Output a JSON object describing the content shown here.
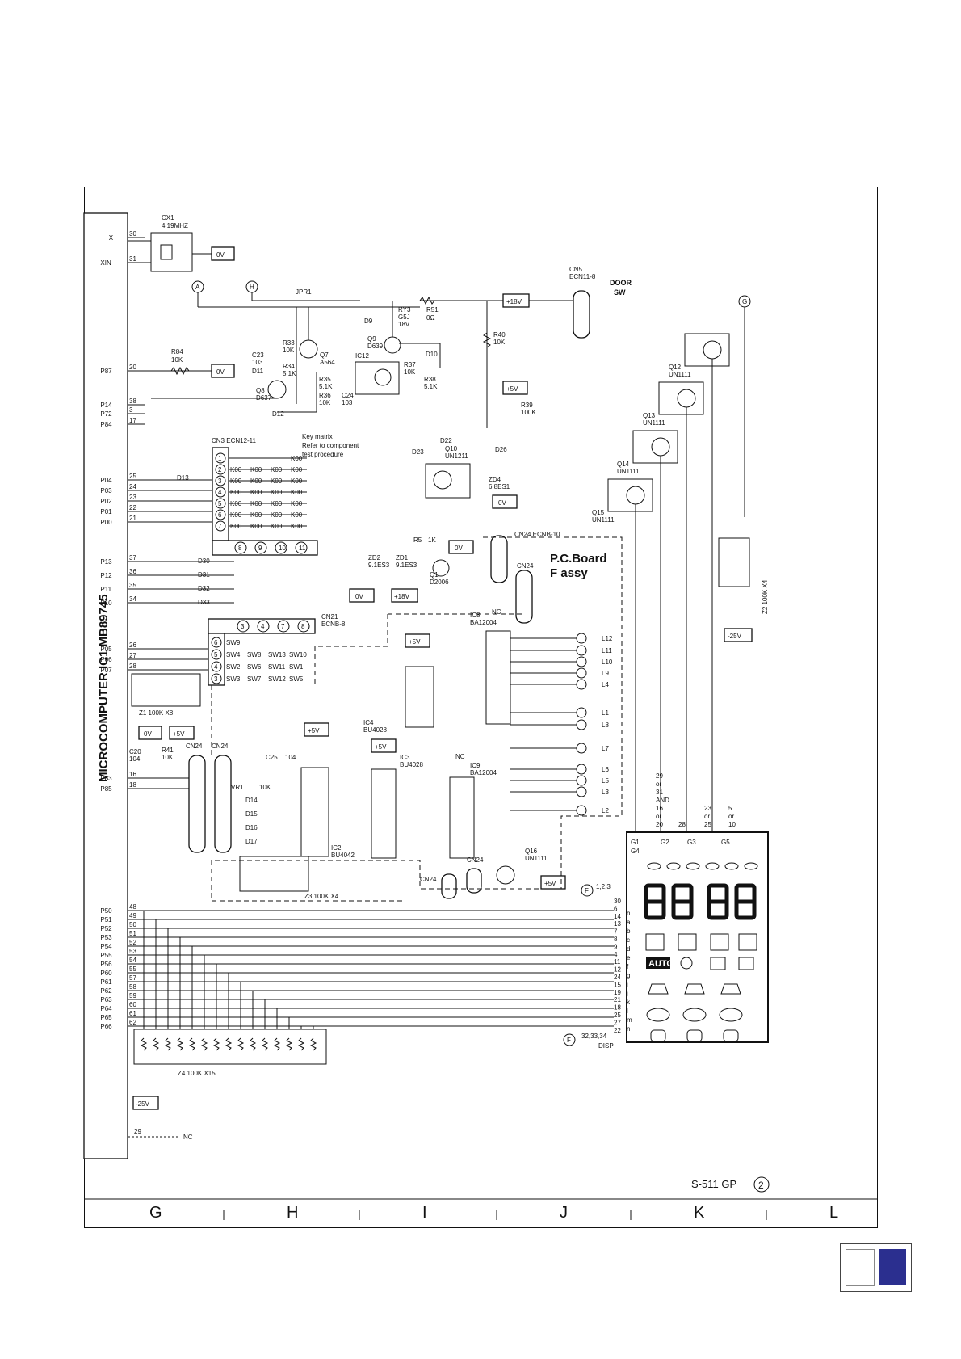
{
  "mcu": {
    "label": "MICROCOMPUTER IC1   MB89745"
  },
  "crystal": {
    "ref": "CX1",
    "value": "4.19MHZ"
  },
  "pins_left": [
    {
      "name": "X",
      "num": "30"
    },
    {
      "name": "XIN",
      "num": "31"
    },
    {
      "name": "P87",
      "num": "20"
    },
    {
      "name": "P14",
      "num": "38"
    },
    {
      "name": "P72",
      "num": "3"
    },
    {
      "name": "P84",
      "num": "17"
    },
    {
      "name": "P04",
      "num": "25"
    },
    {
      "name": "P03",
      "num": "24"
    },
    {
      "name": "P02",
      "num": "23"
    },
    {
      "name": "P01",
      "num": "22"
    },
    {
      "name": "P00",
      "num": "21"
    },
    {
      "name": "P13",
      "num": "37"
    },
    {
      "name": "P12",
      "num": "36"
    },
    {
      "name": "P11",
      "num": "35"
    },
    {
      "name": "P10",
      "num": "34"
    },
    {
      "name": "P05",
      "num": "26"
    },
    {
      "name": "P06",
      "num": "27"
    },
    {
      "name": "P07",
      "num": "28"
    },
    {
      "name": "P83",
      "num": "16"
    },
    {
      "name": "P85",
      "num": "18"
    },
    {
      "name": "P50",
      "num": "48"
    },
    {
      "name": "P51",
      "num": "49"
    },
    {
      "name": "P52",
      "num": "50"
    },
    {
      "name": "P53",
      "num": "51"
    },
    {
      "name": "P54",
      "num": "52"
    },
    {
      "name": "P55",
      "num": "53"
    },
    {
      "name": "P56",
      "num": "54"
    },
    {
      "name": "P60",
      "num": "55"
    },
    {
      "name": "P61",
      "num": "57"
    },
    {
      "name": "P62",
      "num": "58"
    },
    {
      "name": "P63",
      "num": "59"
    },
    {
      "name": "P64",
      "num": "60"
    },
    {
      "name": "P65",
      "num": "61"
    },
    {
      "name": "P66",
      "num": "62"
    }
  ],
  "pin29": {
    "num": "29",
    "nc": "NC"
  },
  "rails": {
    "v0": "0V",
    "v5": "+5V",
    "v18": "+18V",
    "vneg25": "-25V"
  },
  "connectors": {
    "cn5": "CN5",
    "cn5_part": "ECN11-8",
    "door": "DOOR",
    "sw": "SW",
    "cn3": "CN3  ECN12-11",
    "cn21": "CN21",
    "cn21_part": "ECNB-8",
    "cn24": "CN24",
    "cn24_part": "CN24  ECNB-10",
    "jpr1": "JPR1"
  },
  "key_matrix": {
    "line1": "Key matrix",
    "line2": "Refer to component",
    "line3": "test procedure",
    "cell": "K00"
  },
  "switches": [
    "SW9",
    "SW4",
    "SW8",
    "SW13",
    "SW10",
    "SW2",
    "SW6",
    "SW11",
    "SW1",
    "SW3",
    "SW7",
    "SW12",
    "SW5"
  ],
  "components": {
    "r84": "R84",
    "r84v": "10K",
    "c23": "C23",
    "c23v": "103",
    "d11": "D11",
    "q8": "Q8",
    "q8p": "D637",
    "d12": "D12",
    "r33": "R33",
    "r33v": "10K",
    "q7": "Q7",
    "q7p": "A564",
    "r34": "R34",
    "r34v": "5.1K",
    "r35": "R35",
    "r35v": "5.1K",
    "r36": "R36",
    "r36v": "10K",
    "c24": "C24",
    "c24v": "103",
    "ic12": "IC12",
    "d9": "D9",
    "ry3": "RY3",
    "ry3p": "G5J",
    "ry3v": "18V",
    "r51": "R51",
    "r51v": "0Ω",
    "q9": "Q9",
    "q9p": "D639",
    "d10": "D10",
    "r37": "R37",
    "r37v": "10K",
    "r38": "R38",
    "r38v": "5.1K",
    "r40": "R40",
    "r40v": "10K",
    "r39": "R39",
    "r39v": "100K",
    "d22": "D22",
    "d23": "D23",
    "q10": "Q10",
    "q10p": "UN1211",
    "d26": "D26",
    "zd4": "ZD4",
    "zd4p": "6.8ES1",
    "d13": "D13",
    "d30": "D30",
    "d31": "D31",
    "d32": "D32",
    "d33": "D33",
    "zd2": "ZD2",
    "zd2p": "9.1ES3",
    "zd1": "ZD1",
    "zd1p": "9.1ES3",
    "r5": "R5",
    "r5v": "1K",
    "q1": "Q1",
    "q1p": "D2006",
    "q12": "Q12",
    "q13": "Q13",
    "q14": "Q14",
    "q15": "Q15",
    "unp": "UN1111",
    "z1": "Z1   100K   X8",
    "z3": "Z3   100K   X4",
    "z4": "Z4   100K   X15",
    "z2": "Z2   100K   X4",
    "c20": "C20",
    "c20v": "104",
    "r41": "R41",
    "r41v": "10K",
    "c25": "C25",
    "c25v": "104",
    "vr1": "VR1",
    "vr1v": "10K",
    "d14": "D14",
    "d15": "D15",
    "d16": "D16",
    "d17": "D17",
    "ic2": "IC2",
    "ic2p": "BU4042",
    "ic3": "IC3",
    "ic3p": "BU4028",
    "ic4": "IC4",
    "ic4p": "BU4028",
    "ic8": "IC8",
    "ic8p": "BA12004",
    "ic9": "IC9",
    "ic9p": "BA12004",
    "nc": "NC",
    "q16": "Q16",
    "q16p": "UN1111"
  },
  "pcboard": {
    "line1": "P.C.Board",
    "line2": "F assy"
  },
  "leds": [
    "L12",
    "L11",
    "L10",
    "L9",
    "L4",
    "L1",
    "L8",
    "L7",
    "L6",
    "L5",
    "L3",
    "L2"
  ],
  "display": {
    "grid_labels": [
      "G1",
      "G4",
      "G2",
      "G3",
      "G5"
    ],
    "pin_info": [
      "29",
      "or",
      "31",
      "AND",
      "16",
      "or",
      "20"
    ],
    "g2_pin": "28",
    "g3_pins": [
      "23",
      "or",
      "25"
    ],
    "g5_pins": [
      "5",
      "or",
      "10"
    ],
    "disp": "DISP",
    "disp_pins": "32,33,34",
    "f_pins": "1,2,3",
    "auto": "AUTO",
    "segment_pins": [
      "30",
      "6",
      "14",
      "13",
      "7",
      "8",
      "9",
      "4",
      "11",
      "12",
      "24",
      "15",
      "19",
      "21",
      "18",
      "25",
      "27",
      "22"
    ],
    "segment_letters": [
      "h",
      "a",
      "b",
      "c",
      "d",
      "e",
      "f",
      "g",
      "i",
      "j",
      "k",
      "l",
      "m",
      "n"
    ]
  },
  "refs": {
    "a": "A",
    "h": "H",
    "g": "G",
    "f": "F"
  },
  "footer": {
    "code": "S-511 GP",
    "circle": "2"
  },
  "columns": [
    "G",
    "H",
    "I",
    "J",
    "K",
    "L"
  ]
}
